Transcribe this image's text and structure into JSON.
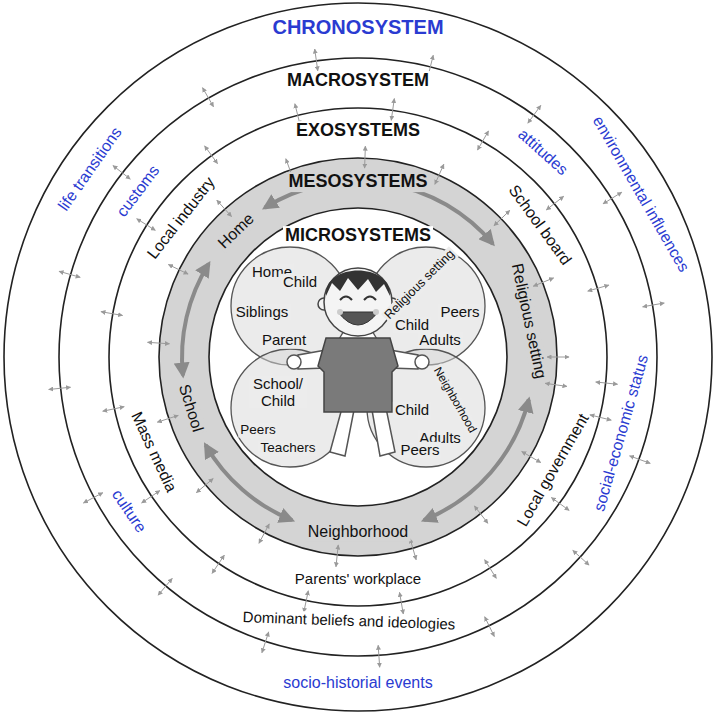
{
  "diagram": {
    "nodes": [
      {
        "text": [
          "CHRONOSYSTEM",
          "life transitions",
          "environmental influences",
          "socio-historial events"
        ]
      },
      {
        "text": [
          "MACROSYSTEM",
          "customs",
          "attitudes",
          "culture",
          "social-economic status",
          "Dominant beliefs and ideologies"
        ],
        "in": 0
      },
      {
        "text": [
          "EXOSYSTEMS",
          "Local industry",
          "School board",
          "Mass media",
          "Local government",
          "Parents' workplace"
        ],
        "in": 1
      },
      {
        "text": [
          "MESOSYSTEMS",
          "Home",
          "Religious setting",
          "School",
          "Neighborhood"
        ],
        "in": 2
      },
      {
        "text": [
          "MICROSYSTEMS"
        ],
        "in": 3
      },
      {
        "text": [
          "Home",
          "Child",
          "Siblings",
          "Parent"
        ],
        "in": 4
      },
      {
        "text": [
          "Religious setting",
          "Child",
          "Peers",
          "Adults"
        ],
        "in": 4
      },
      {
        "text": [
          "School/ Child",
          "Peers",
          "Teachers"
        ],
        "in": 4
      },
      {
        "text": [
          "Neighborhood",
          "Child",
          "Adults",
          "Peers"
        ],
        "in": 4
      }
    ]
  }
}
